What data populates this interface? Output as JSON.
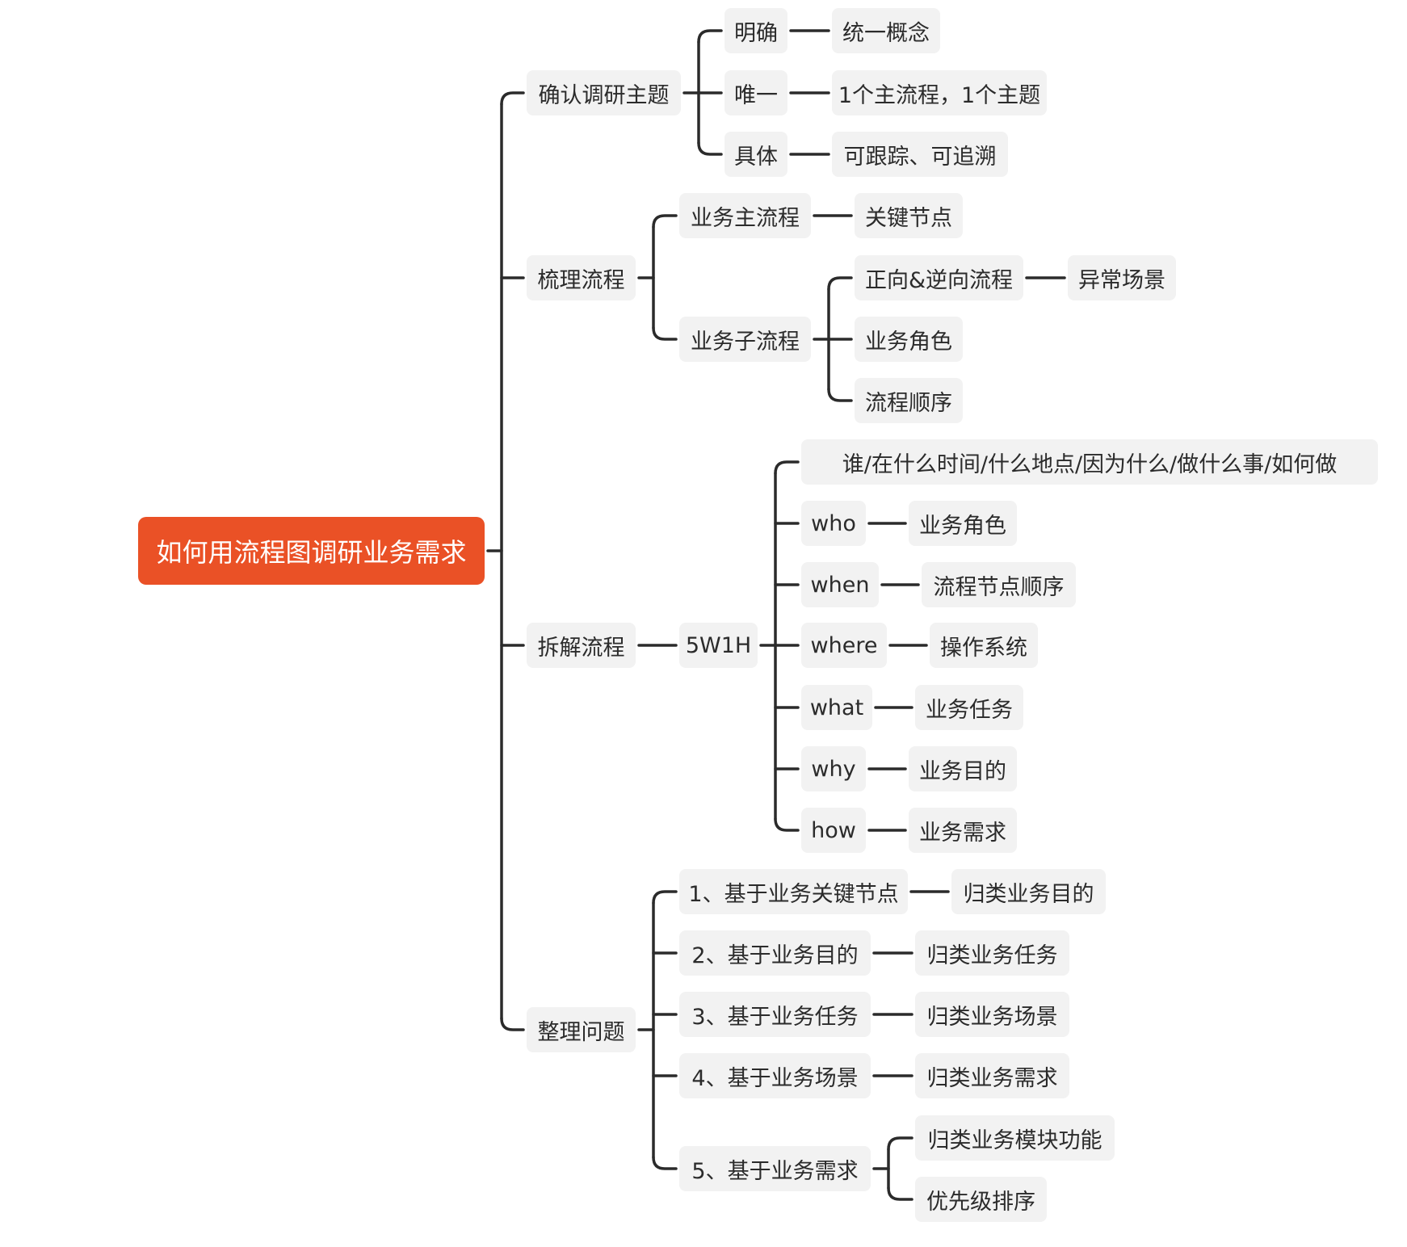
{
  "root": "如何用流程图调研业务需求",
  "branches": [
    {
      "id": "confirm-topic",
      "label": "确认调研主题",
      "children": [
        {
          "id": "mingque",
          "label": "明确",
          "children": [
            {
              "id": "tongyi",
              "label": "统一概念"
            }
          ]
        },
        {
          "id": "weiyi",
          "label": "唯一",
          "children": [
            {
              "id": "one-flow",
              "label": "1个主流程，1个主题"
            }
          ]
        },
        {
          "id": "juti",
          "label": "具体",
          "children": [
            {
              "id": "trace",
              "label": "可跟踪、可追溯"
            }
          ]
        }
      ]
    },
    {
      "id": "sort-flow",
      "label": "梳理流程",
      "children": [
        {
          "id": "main-flow",
          "label": "业务主流程",
          "children": [
            {
              "id": "key-nodes",
              "label": "关键节点"
            }
          ]
        },
        {
          "id": "sub-flow",
          "label": "业务子流程",
          "children": [
            {
              "id": "fwd-rev",
              "label": "正向&逆向流程",
              "children": [
                {
                  "id": "exception",
                  "label": "异常场景"
                }
              ]
            },
            {
              "id": "roles",
              "label": "业务角色"
            },
            {
              "id": "order",
              "label": "流程顺序"
            }
          ]
        }
      ]
    },
    {
      "id": "split-flow",
      "label": "拆解流程",
      "children": [
        {
          "id": "5w1h",
          "label": "5W1H",
          "children": [
            {
              "id": "summary",
              "label": "谁/在什么时间/什么地点/因为什么/做什么事/如何做"
            },
            {
              "id": "who",
              "label": "who",
              "children": [
                {
                  "id": "who-ans",
                  "label": "业务角色"
                }
              ]
            },
            {
              "id": "when",
              "label": "when",
              "children": [
                {
                  "id": "when-ans",
                  "label": "流程节点顺序"
                }
              ]
            },
            {
              "id": "where",
              "label": "where",
              "children": [
                {
                  "id": "where-ans",
                  "label": "操作系统"
                }
              ]
            },
            {
              "id": "what",
              "label": "what",
              "children": [
                {
                  "id": "what-ans",
                  "label": "业务任务"
                }
              ]
            },
            {
              "id": "why",
              "label": "why",
              "children": [
                {
                  "id": "why-ans",
                  "label": "业务目的"
                }
              ]
            },
            {
              "id": "how",
              "label": "how",
              "children": [
                {
                  "id": "how-ans",
                  "label": "业务需求"
                }
              ]
            }
          ]
        }
      ]
    },
    {
      "id": "organize",
      "label": "整理问题",
      "children": [
        {
          "id": "q1",
          "label": "1、基于业务关键节点",
          "children": [
            {
              "id": "q1-ans",
              "label": "归类业务目的"
            }
          ]
        },
        {
          "id": "q2",
          "label": "2、基于业务目的",
          "children": [
            {
              "id": "q2-ans",
              "label": "归类业务任务"
            }
          ]
        },
        {
          "id": "q3",
          "label": "3、基于业务任务",
          "children": [
            {
              "id": "q3-ans",
              "label": "归类业务场景"
            }
          ]
        },
        {
          "id": "q4",
          "label": "4、基于业务场景",
          "children": [
            {
              "id": "q4-ans",
              "label": "归类业务需求"
            }
          ]
        },
        {
          "id": "q5",
          "label": "5、基于业务需求",
          "children": [
            {
              "id": "q5-a",
              "label": "归类业务模块功能"
            },
            {
              "id": "q5-b",
              "label": "优先级排序"
            }
          ]
        }
      ]
    }
  ],
  "colors": {
    "root_bg": "#ea5126",
    "root_text": "#ffffff",
    "node_bg": "#f2f2f2",
    "node_text": "#2b2b2b",
    "line": "#2b2b2b"
  }
}
